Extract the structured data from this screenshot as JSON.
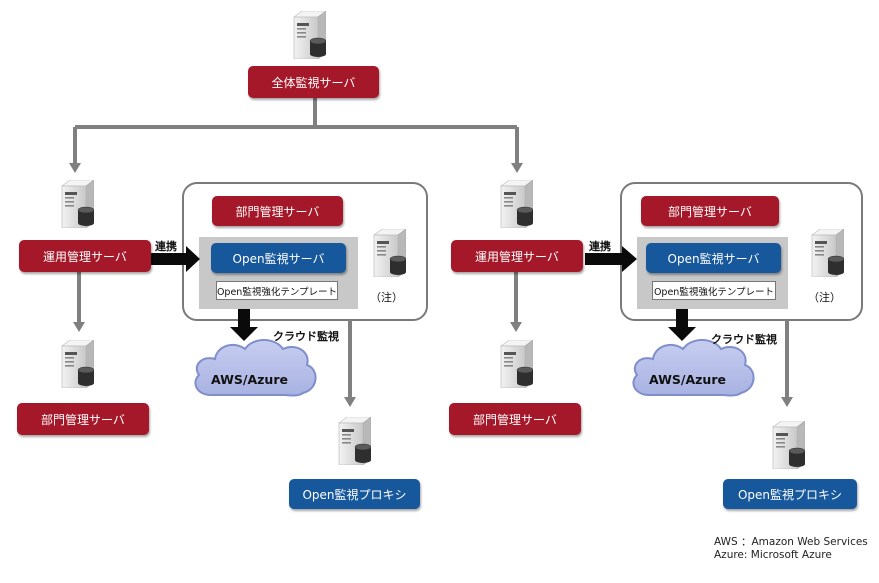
{
  "nodes": {
    "top_server": "全体監視サーバ",
    "left": {
      "ops_server": "運用管理サーバ",
      "dept_server_outer": "部門管理サーバ",
      "dept_server_box": "部門管理サーバ",
      "open_server": "Open監視サーバ",
      "template": "Open監視強化テンプレート",
      "note_mark": "（注）",
      "proxy": "Open監視プロキシ",
      "cloud": "AWS/Azure"
    },
    "right": {
      "ops_server": "運用管理サーバ",
      "dept_server_outer": "部門管理サーバ",
      "dept_server_box": "部門管理サーバ",
      "open_server": "Open監視サーバ",
      "template": "Open監視強化テンプレート",
      "note_mark": "（注）",
      "proxy": "Open監視プロキシ",
      "cloud": "AWS/Azure"
    }
  },
  "edges": {
    "link_label": "連携",
    "cloud_monitor_label": "クラウド監視"
  },
  "legend": {
    "aws": "AWS  ：Amazon Web Services",
    "azure": "Azure: Microsoft Azure"
  },
  "colors": {
    "red_box": "#a5182a",
    "blue_box": "#17589c",
    "connector": "#808080",
    "cloud_fill": "#b4bce6",
    "cloud_stroke": "#7f8fcc",
    "open_panel": "#c8c8c8",
    "server_body": "#e0e0e0"
  },
  "icons": [
    "server-icon",
    "cloud-icon",
    "arrow-icon"
  ]
}
